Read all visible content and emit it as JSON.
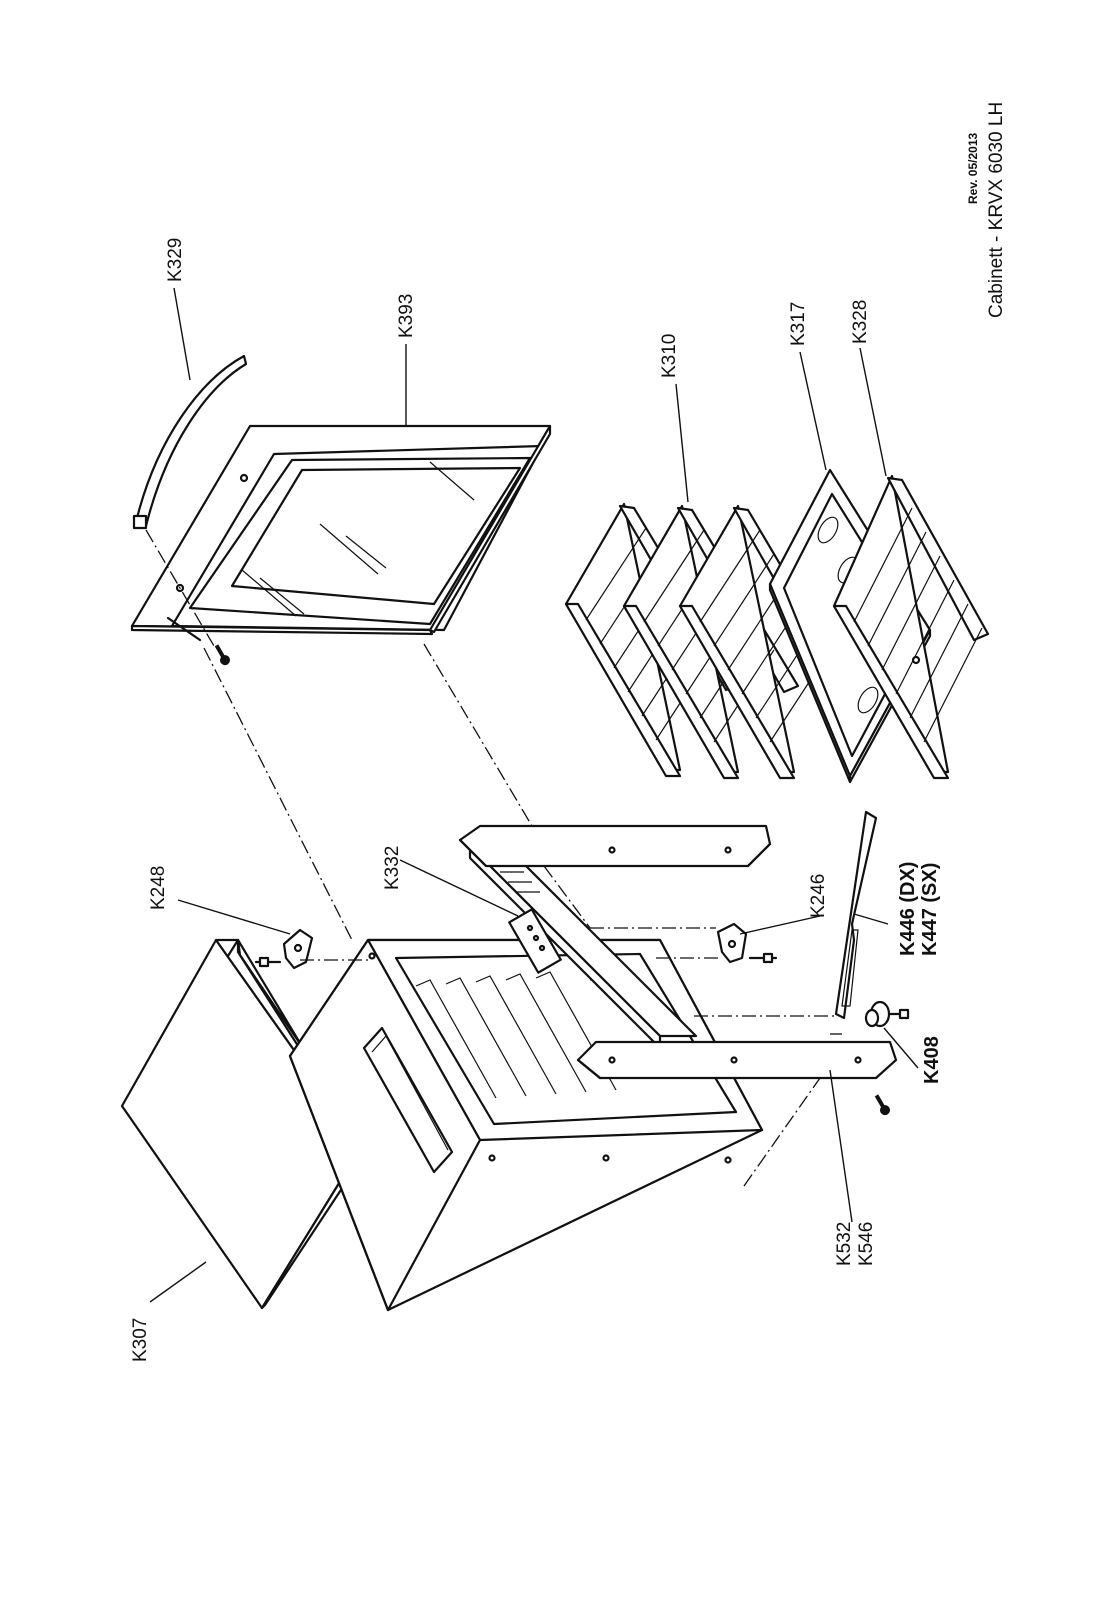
{
  "callouts": {
    "k307": "K307",
    "k248": "K248",
    "k329": "K329",
    "k393": "K393",
    "k332": "K332",
    "k310": "K310",
    "k317": "K317",
    "k328": "K328",
    "k246": "K246",
    "k446": "K446 (DX)",
    "k447": "K447 (SX)",
    "k408": "K408",
    "k532": "K532",
    "k546": "K546"
  },
  "title_block": {
    "revision": "Rev. 05/2013",
    "title": "Cabinett -  KRVX 6030 LH"
  },
  "colors": {
    "line": "#111111",
    "background": "#ffffff"
  }
}
